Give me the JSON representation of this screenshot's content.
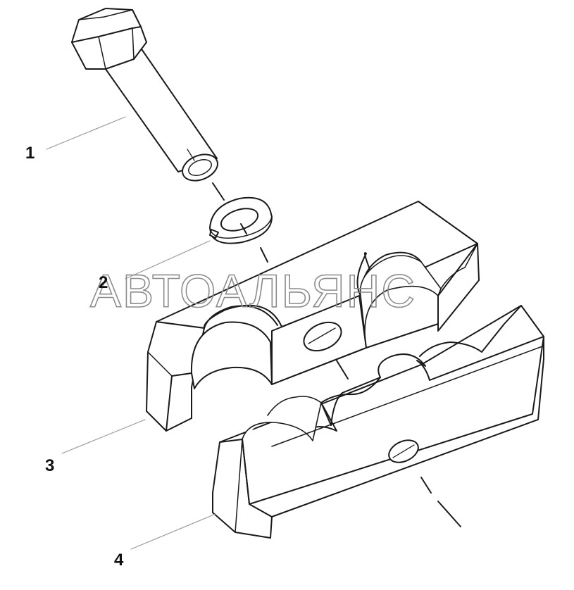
{
  "callouts": [
    {
      "id": "1",
      "label": "1"
    },
    {
      "id": "2",
      "label": "2"
    },
    {
      "id": "3",
      "label": "3"
    },
    {
      "id": "4",
      "label": "4"
    }
  ],
  "watermark": {
    "text": "АВТОАЛЬЯНС"
  },
  "colors": {
    "line": "#1a1a1a",
    "leader": "#9a9a9a",
    "fill": "#ffffff",
    "watermark_stroke": "#8c8c8c"
  }
}
